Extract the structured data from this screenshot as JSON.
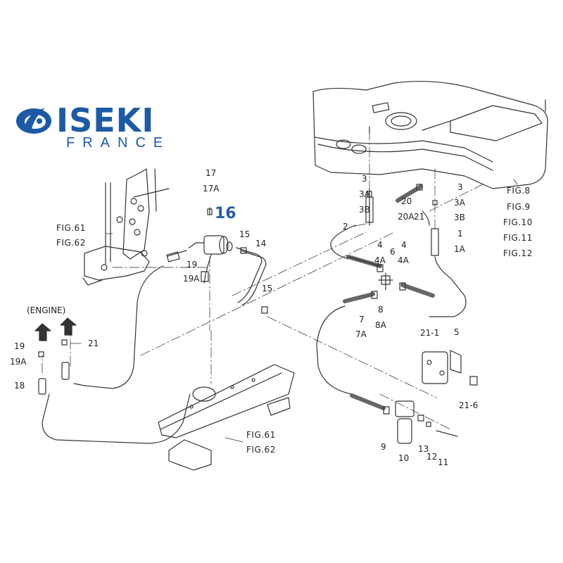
{
  "logo": {
    "brand": "ISEKI",
    "subtitle": "FRANCE",
    "color": "#1c5aa6"
  },
  "highlight_color": "#2a5caa",
  "labels": {
    "l17": "17",
    "l17A": "17A",
    "l16": "16",
    "l15a": "15",
    "l14": "14",
    "l15b": "15",
    "l19a": "19",
    "l19Aa": "19A",
    "l3a": "3",
    "l3Aa": "3A",
    "l3Ba": "3B",
    "l2": "2",
    "l20": "20",
    "l20A": "20A",
    "l21a": "21",
    "l3b": "3",
    "l3Ab": "3A",
    "l3Bb": "3B",
    "l1": "1",
    "l1A": "1A",
    "l4a": "4",
    "l4Aa": "4A",
    "l6": "6",
    "l4b": "4",
    "l4Ab": "4A",
    "l7": "7",
    "l7A": "7A",
    "l8": "8",
    "l8A": "8A",
    "l211": "21-1",
    "l5": "5",
    "l216": "21-6",
    "l9": "9",
    "l10": "10",
    "l13": "13",
    "l12": "12",
    "l11": "11",
    "engine": "(ENGINE)",
    "l19b": "19",
    "l19Ab": "19A",
    "l21b": "21",
    "l18": "18",
    "fig61a": "FIG.61",
    "fig62a": "FIG.62",
    "fig61b": "FIG.61",
    "fig62b": "FIG.62",
    "fig8": "FIG.8",
    "fig9": "FIG.9",
    "fig10": "FIG.10",
    "fig11": "FIG.11",
    "fig12": "FIG.12"
  }
}
